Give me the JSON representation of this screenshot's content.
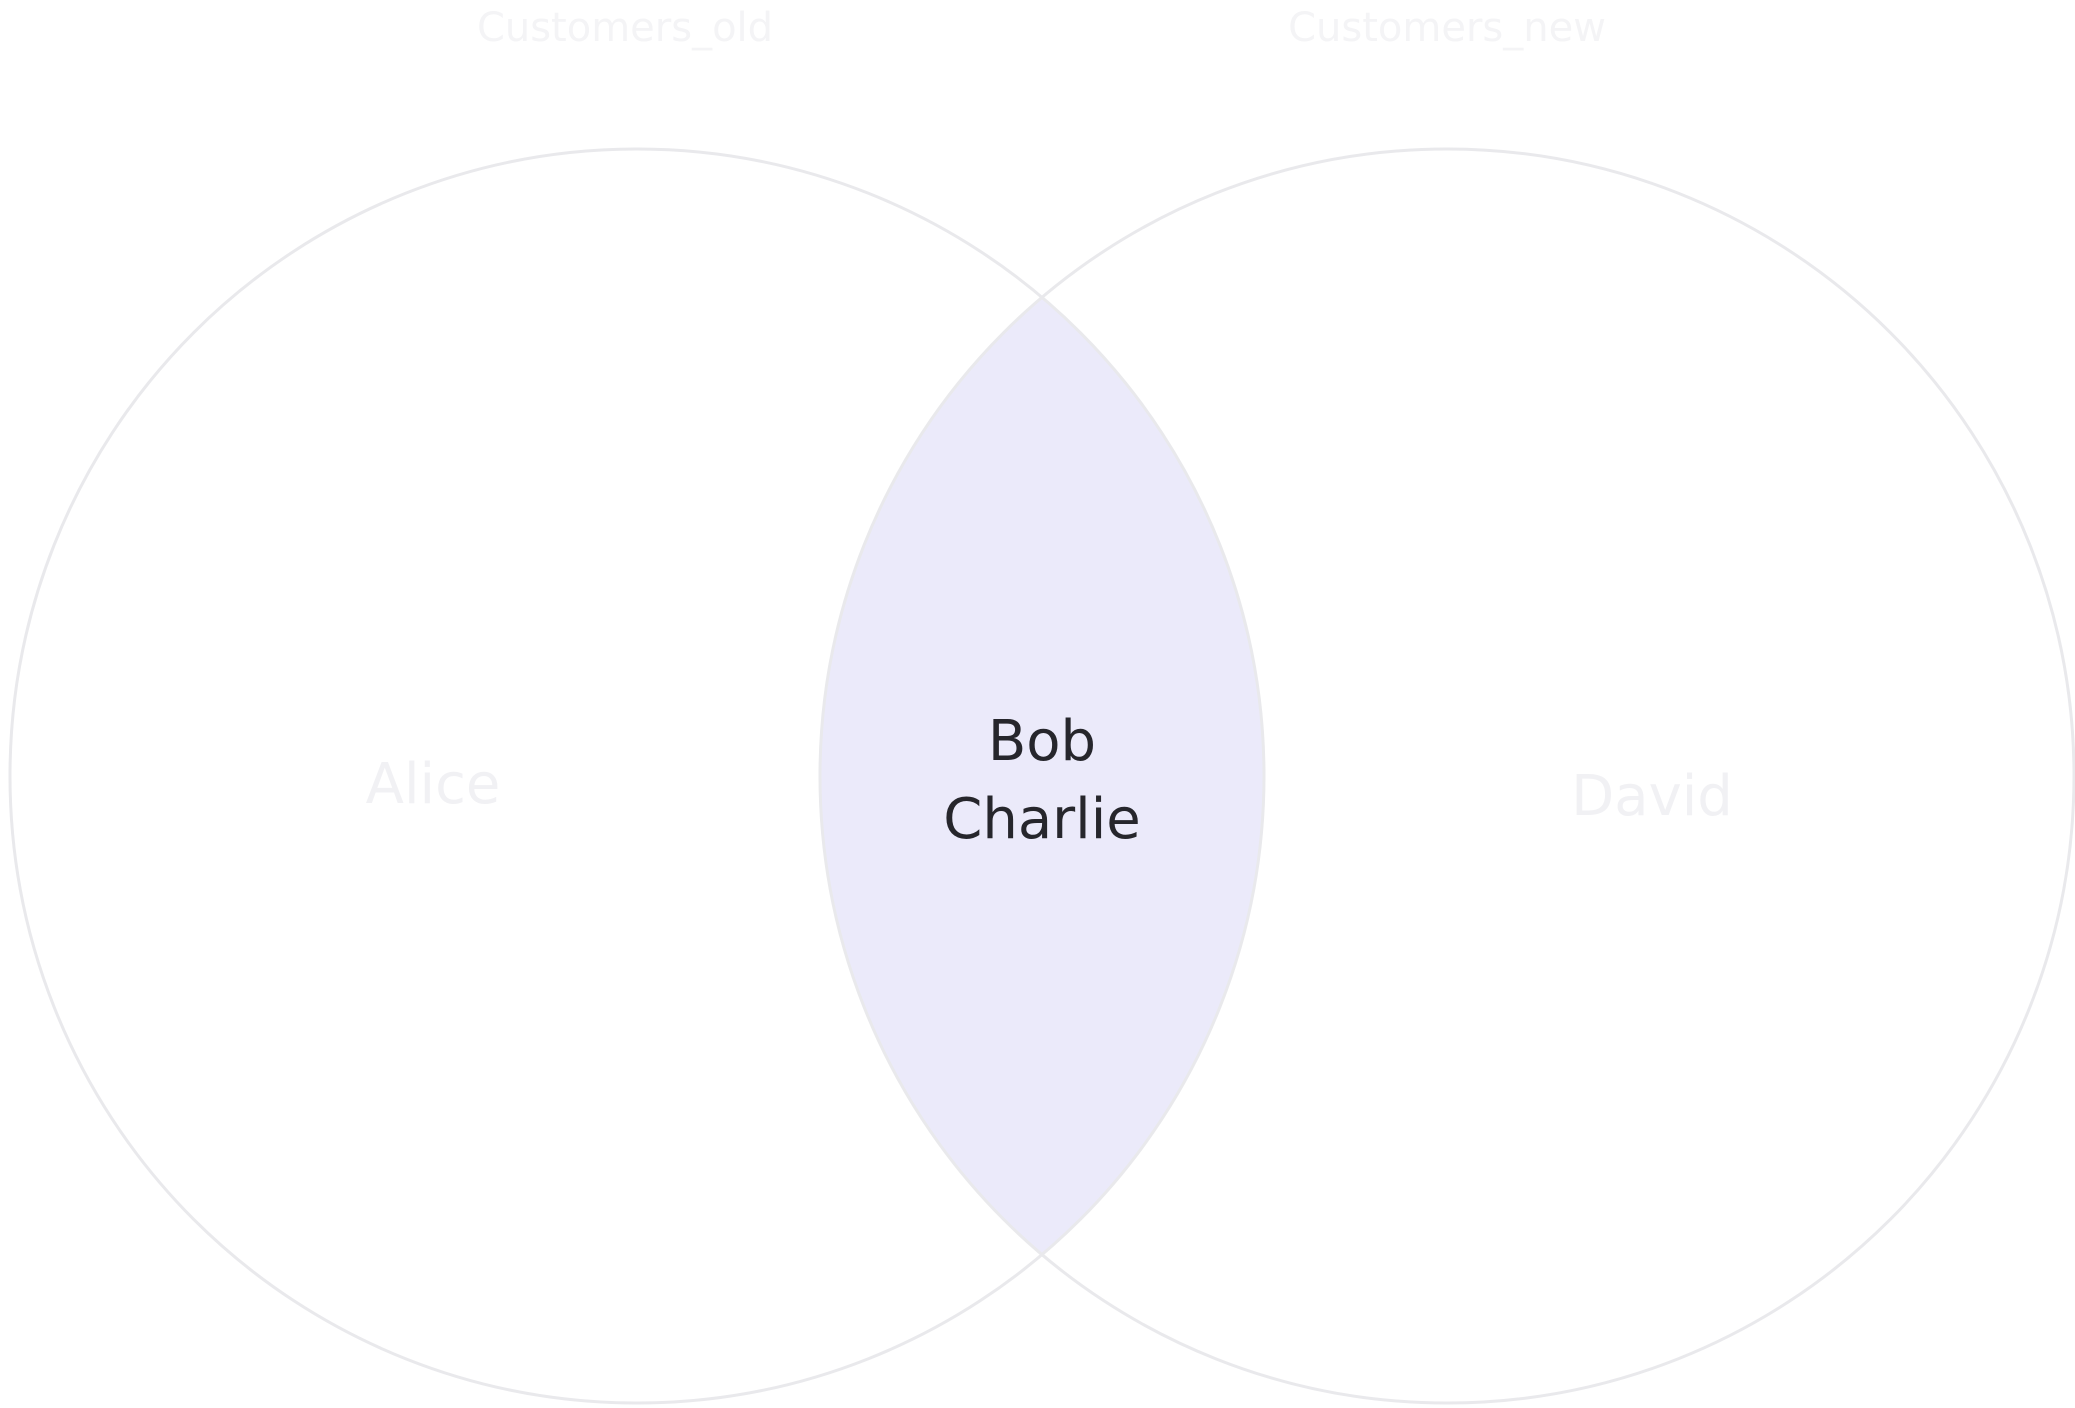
{
  "diagram": {
    "type": "venn",
    "sets": [
      {
        "id": "left",
        "title": "Customers_old"
      },
      {
        "id": "right",
        "title": "Customers_new"
      }
    ],
    "regions": {
      "left_only": {
        "items": [
          "Alice"
        ]
      },
      "intersection": {
        "items": [
          "Bob",
          "Charlie"
        ]
      },
      "right_only": {
        "items": [
          "David"
        ]
      }
    },
    "colors": {
      "intersection_fill": "#ebeafa",
      "outline": "#e9e9ec",
      "intersection_text": "#26262c",
      "faded_text": "#f1f1f4"
    }
  }
}
